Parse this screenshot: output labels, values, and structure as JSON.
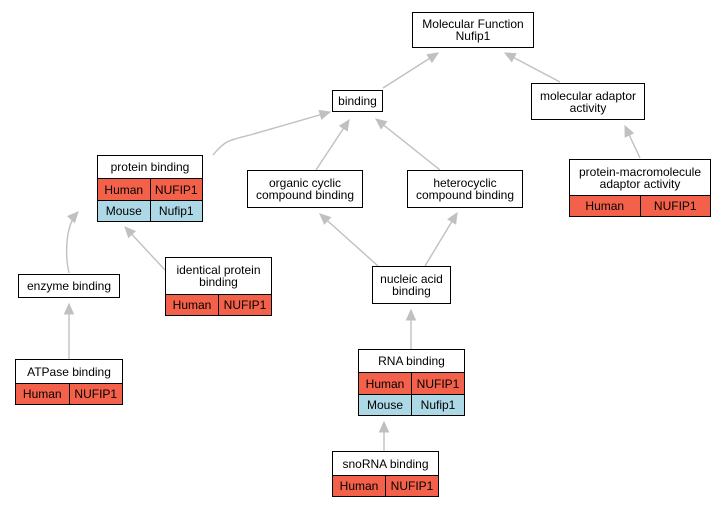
{
  "colors": {
    "human": "#f4614b",
    "mouse": "#add8e6",
    "edge": "#c0c0c0"
  },
  "nodes": {
    "mf": {
      "label": "Molecular Function\nNufip1"
    },
    "binding": {
      "label": "binding"
    },
    "mol_adaptor": {
      "label": "molecular adaptor\nactivity"
    },
    "protein_binding": {
      "label": "protein binding",
      "rows": [
        [
          "Human",
          "NUFIP1"
        ],
        [
          "Mouse",
          "Nufip1"
        ]
      ]
    },
    "organic_cyclic": {
      "label": "organic cyclic\ncompound binding"
    },
    "heterocyclic": {
      "label": "heterocyclic\ncompound binding"
    },
    "protein_macro": {
      "label": "protein-macromolecule\nadaptor activity",
      "rows": [
        [
          "Human",
          "NUFIP1"
        ]
      ]
    },
    "enzyme_binding": {
      "label": "enzyme binding"
    },
    "identical_protein": {
      "label": "identical protein\nbinding",
      "rows": [
        [
          "Human",
          "NUFIP1"
        ]
      ]
    },
    "nucleic_acid": {
      "label": "nucleic acid\nbinding"
    },
    "atpase": {
      "label": "ATPase binding",
      "rows": [
        [
          "Human",
          "NUFIP1"
        ]
      ]
    },
    "rna_binding": {
      "label": "RNA binding",
      "rows": [
        [
          "Human",
          "NUFIP1"
        ],
        [
          "Mouse",
          "Nufip1"
        ]
      ]
    },
    "snorna": {
      "label": "snoRNA binding",
      "rows": [
        [
          "Human",
          "NUFIP1"
        ]
      ]
    }
  }
}
